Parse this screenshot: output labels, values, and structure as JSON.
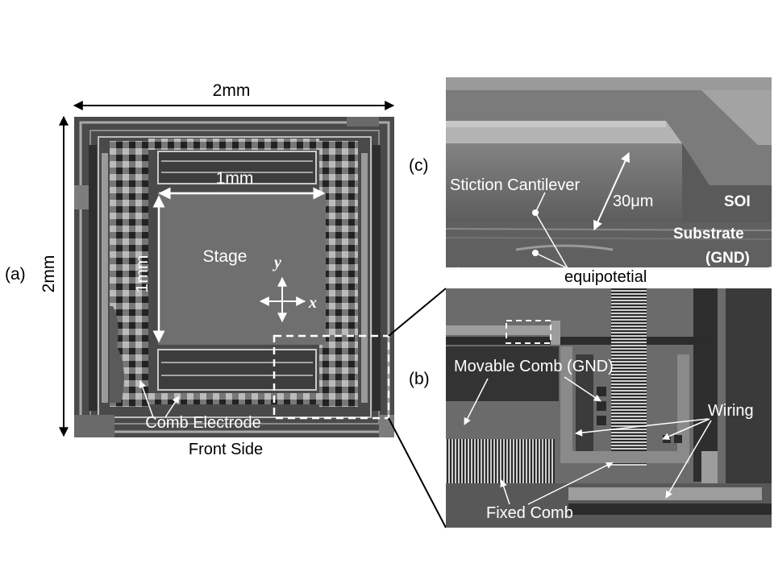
{
  "panels": {
    "a": {
      "tag": "(a)",
      "dim_top": "2mm",
      "dim_left": "2mm",
      "dim_inner_h": "1mm",
      "dim_inner_v": "1mm",
      "stage": "Stage",
      "axis_y": "y",
      "axis_x": "x",
      "comb_electrode": "Comb Electrode",
      "front_side": "Front Side"
    },
    "b": {
      "tag": "(b)",
      "movable_comb": "Movable Comb (GND)",
      "wiring": "Wiring",
      "fixed_comb": "Fixed Comb"
    },
    "c": {
      "tag": "(c)",
      "stiction": "Stiction Cantilever",
      "thickness": "30μm",
      "soi": "SOI",
      "substrate": "Substrate",
      "gnd": "(GND)",
      "equipotential": "equipotetial"
    }
  },
  "colors": {
    "sem_dark": "#3a3a3a",
    "sem_mid": "#6e6e6e",
    "sem_light": "#b8b8b8",
    "annotation": "#ffffff"
  }
}
